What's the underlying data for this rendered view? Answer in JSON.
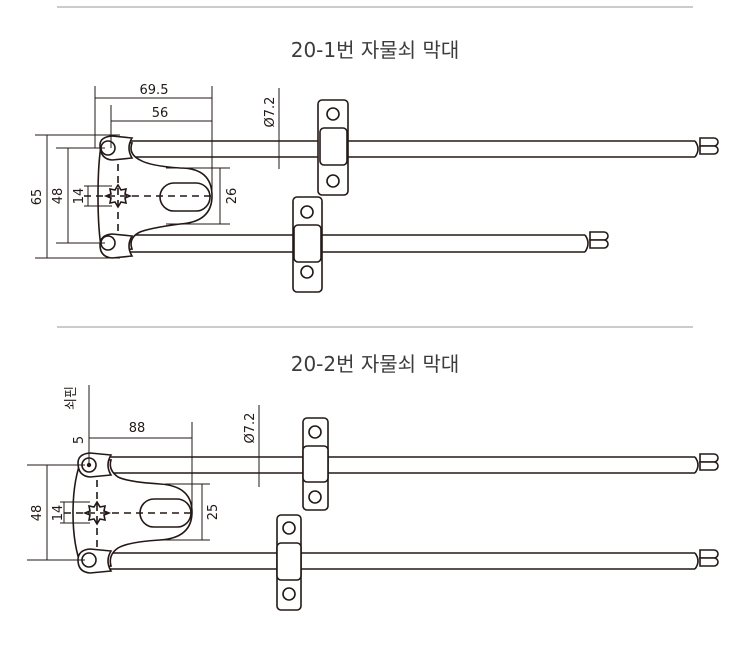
{
  "sections": [
    {
      "title": "20-1번 자물쇠 막대",
      "dimensions": {
        "width_outer": "69.5",
        "width_inner": "56",
        "height_outer": "65",
        "hole_spacing": "48",
        "star_size": "14",
        "slot_height": "26",
        "rod_diameter": "Ø7.2"
      }
    },
    {
      "title": "20-2번 자물쇠 막대",
      "dimensions": {
        "pin_label": "쇠핀",
        "pin_size": "5",
        "length": "88",
        "hole_spacing": "48",
        "star_size": "14",
        "slot_height": "25",
        "rod_diameter": "Ø7.2"
      }
    }
  ],
  "colors": {
    "line": "#231815",
    "title": "#3c3c3c",
    "rule": "#9a9a9a"
  }
}
